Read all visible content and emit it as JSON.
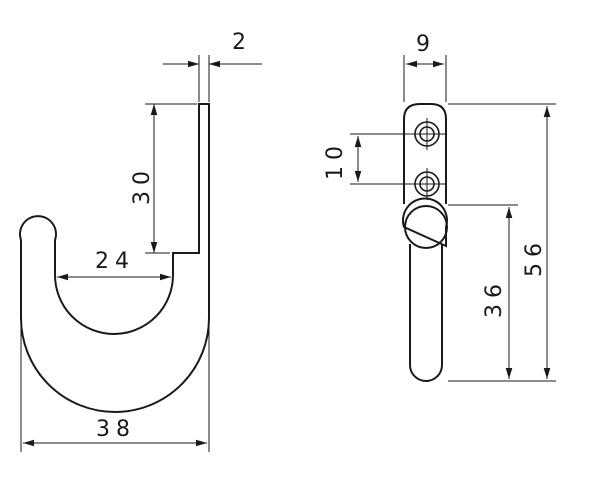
{
  "drawing": {
    "colors": {
      "line": "#1a1a1a",
      "background": "#ffffff"
    },
    "front_view": {
      "dimensions": {
        "plate_thickness": "2",
        "plate_height": "30",
        "inner_width": "24",
        "overall_width": "38"
      }
    },
    "side_view": {
      "dimensions": {
        "width": "9",
        "hole_pitch": "10",
        "hook_length": "36",
        "overall_height": "56"
      }
    }
  }
}
